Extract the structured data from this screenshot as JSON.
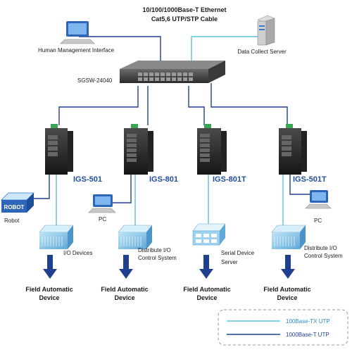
{
  "header": {
    "line1": "10/100/1000Base-T Ethernet",
    "line2": "Cat5,6 UTP/STP Cable"
  },
  "top_nodes": {
    "hmi_label": "Human Management Interface",
    "server_label": "Data Collect Server",
    "core_switch_label": "SGSW-24040"
  },
  "switches": [
    {
      "label": "IGS-501"
    },
    {
      "label": "IGS-801"
    },
    {
      "label": "IGS-801T"
    },
    {
      "label": "IGS-501T"
    }
  ],
  "devices": {
    "robot_tag": "ROBOT",
    "robot_label": "Robot",
    "io_label": "I/O Devices",
    "pc_left_label": "PC",
    "distrib_left_line1": "Distribute I/O",
    "distrib_left_line2": "Control System",
    "serial_line1": "Serial Device",
    "serial_line2": "Server",
    "pc_right_label": "PC",
    "distrib_right_line1": "Distribute I/O",
    "distrib_right_line2": "Control System"
  },
  "field": [
    {
      "line1": "Field Automatic",
      "line2": "Device"
    },
    {
      "line1": "Field Automatic",
      "line2": "Device"
    },
    {
      "line1": "Field Automatic",
      "line2": "Device"
    },
    {
      "line1": "Field Automatic",
      "line2": "Device"
    }
  ],
  "legend": {
    "tx_label": "100Base-TX UTP",
    "t_label": "1000Base-T UTP",
    "tx_color": "#5bc0de",
    "t_color": "#1f3f8f"
  },
  "colors": {
    "arrow": "#1f3f8f",
    "switch_body": "#2a2a2a",
    "switch_green": "#3aa655",
    "monitor": "#3a7bd5",
    "io_box": "#8ec9ea"
  }
}
